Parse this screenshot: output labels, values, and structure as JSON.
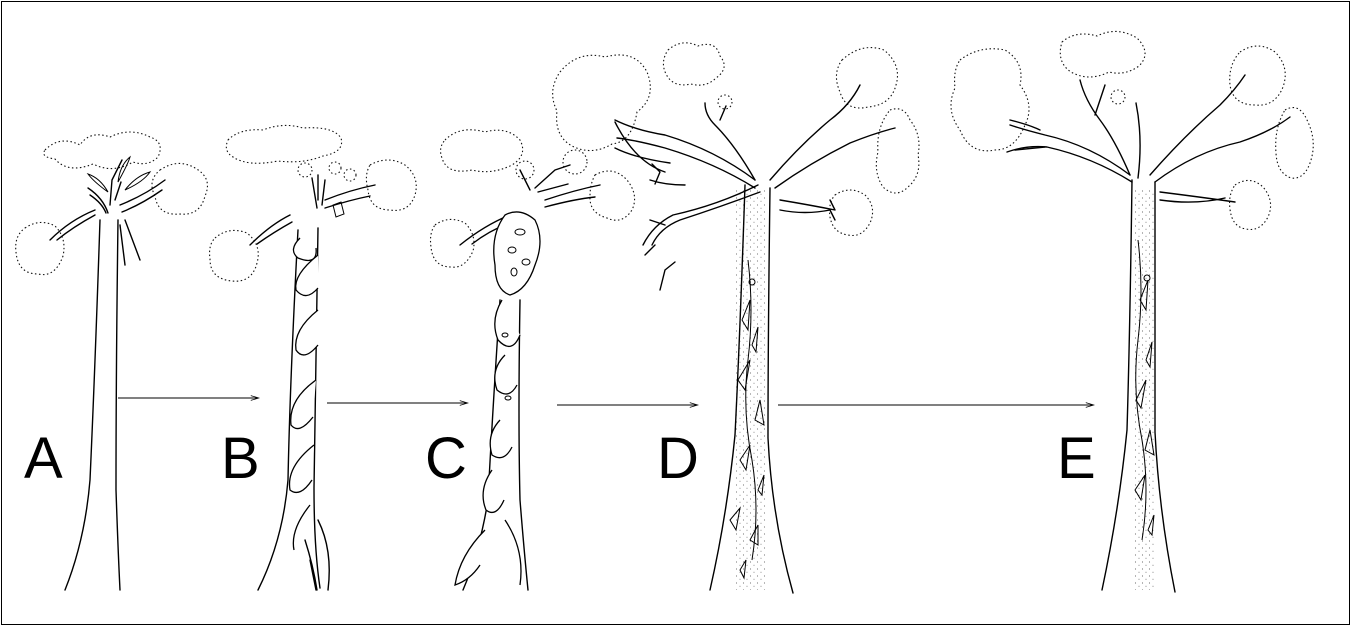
{
  "stages": [
    {
      "id": "A",
      "label": "A"
    },
    {
      "id": "B",
      "label": "B"
    },
    {
      "id": "C",
      "label": "C"
    },
    {
      "id": "D",
      "label": "D"
    },
    {
      "id": "E",
      "label": "E"
    }
  ],
  "colors": {
    "ink": "#000000",
    "background": "#ffffff"
  }
}
